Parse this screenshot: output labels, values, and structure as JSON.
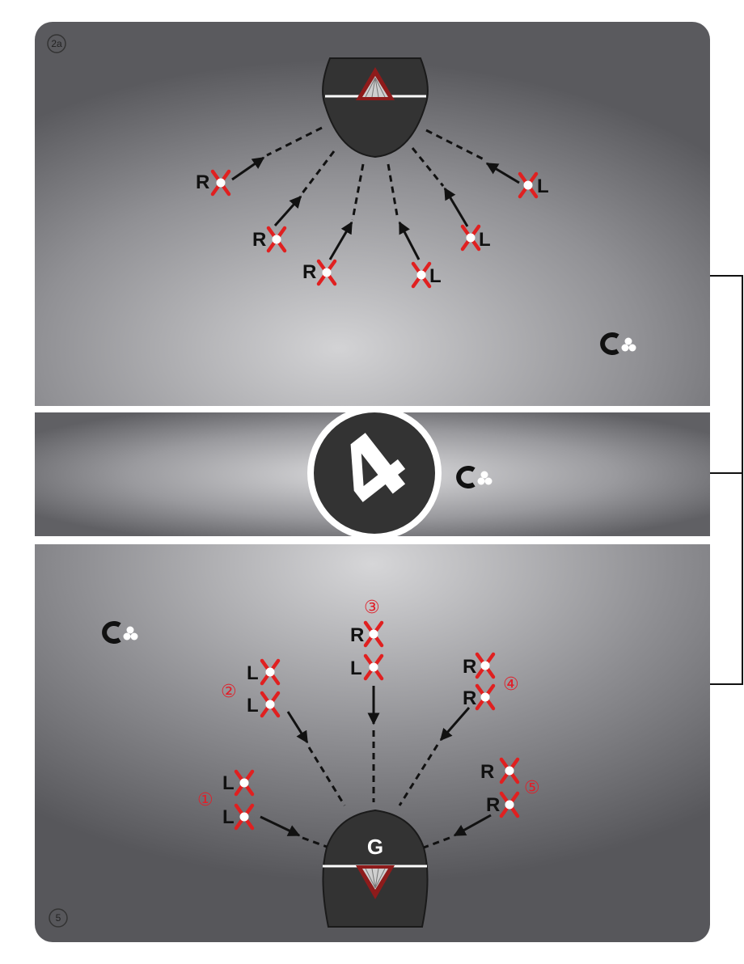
{
  "panels": [
    {
      "badge": "2a"
    },
    {
      "badge": ""
    },
    {
      "badge": "5"
    }
  ],
  "logo_glyph": "4",
  "goal_letter": "G",
  "top_players": [
    {
      "side": "R"
    },
    {
      "side": "R"
    },
    {
      "side": "R"
    },
    {
      "side": "L"
    },
    {
      "side": "L"
    },
    {
      "side": "L"
    }
  ],
  "bottom_groups": [
    {
      "number": "①",
      "players": [
        "L",
        "L"
      ]
    },
    {
      "number": "②",
      "players": [
        "L",
        "L"
      ]
    },
    {
      "number": "③",
      "players": [
        "R",
        "L"
      ]
    },
    {
      "number": "④",
      "players": [
        "R",
        "R"
      ]
    },
    {
      "number": "⑤",
      "players": [
        "R",
        "R"
      ]
    }
  ],
  "colors": {
    "marker": "#e02020",
    "accent_red": "#e0202a",
    "dark": "#333333"
  }
}
